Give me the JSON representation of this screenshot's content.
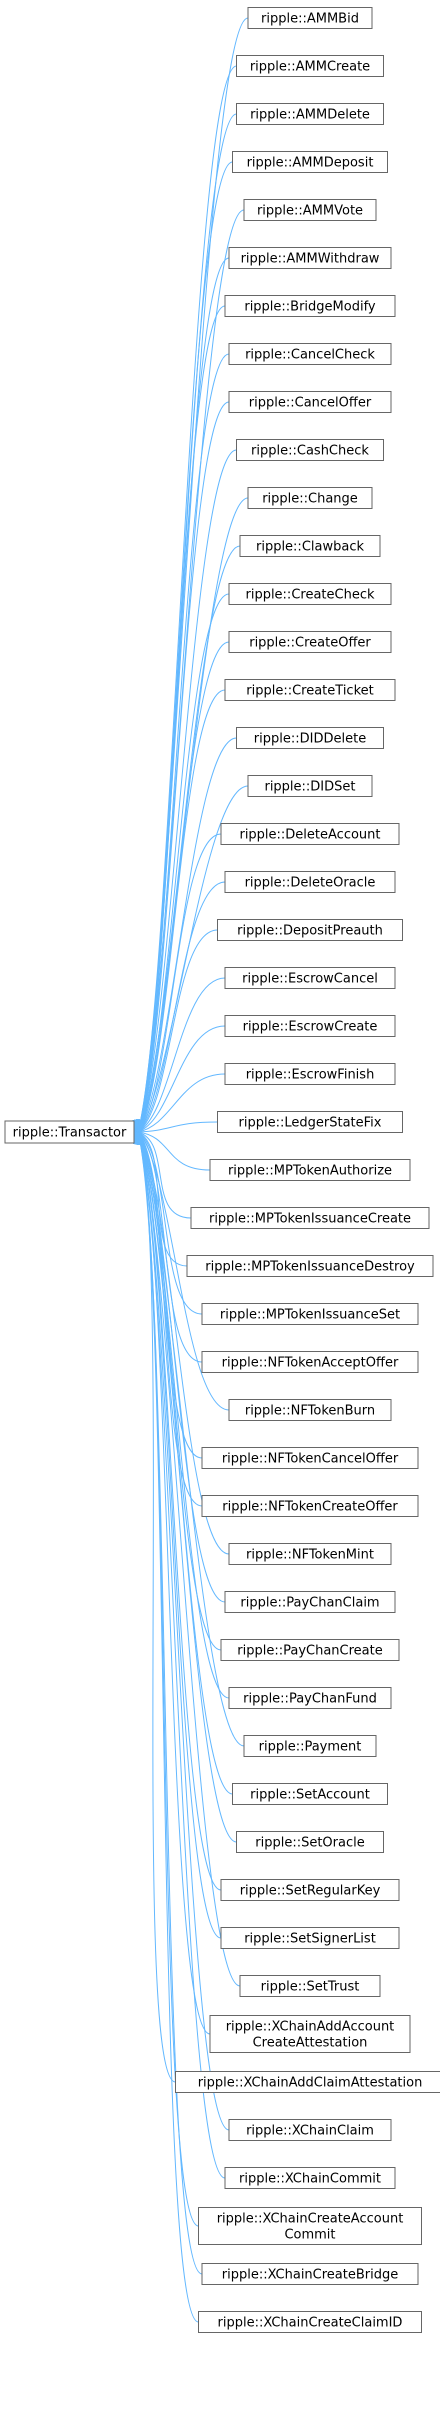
{
  "base": {
    "label": "ripple::Transactor"
  },
  "derived": [
    {
      "lines": [
        "ripple::AMMBid"
      ]
    },
    {
      "lines": [
        "ripple::AMMCreate"
      ]
    },
    {
      "lines": [
        "ripple::AMMDelete"
      ]
    },
    {
      "lines": [
        "ripple::AMMDeposit"
      ]
    },
    {
      "lines": [
        "ripple::AMMVote"
      ]
    },
    {
      "lines": [
        "ripple::AMMWithdraw"
      ]
    },
    {
      "lines": [
        "ripple::BridgeModify"
      ]
    },
    {
      "lines": [
        "ripple::CancelCheck"
      ]
    },
    {
      "lines": [
        "ripple::CancelOffer"
      ]
    },
    {
      "lines": [
        "ripple::CashCheck"
      ]
    },
    {
      "lines": [
        "ripple::Change"
      ]
    },
    {
      "lines": [
        "ripple::Clawback"
      ]
    },
    {
      "lines": [
        "ripple::CreateCheck"
      ]
    },
    {
      "lines": [
        "ripple::CreateOffer"
      ]
    },
    {
      "lines": [
        "ripple::CreateTicket"
      ]
    },
    {
      "lines": [
        "ripple::DIDDelete"
      ]
    },
    {
      "lines": [
        "ripple::DIDSet"
      ]
    },
    {
      "lines": [
        "ripple::DeleteAccount"
      ]
    },
    {
      "lines": [
        "ripple::DeleteOracle"
      ]
    },
    {
      "lines": [
        "ripple::DepositPreauth"
      ]
    },
    {
      "lines": [
        "ripple::EscrowCancel"
      ]
    },
    {
      "lines": [
        "ripple::EscrowCreate"
      ]
    },
    {
      "lines": [
        "ripple::EscrowFinish"
      ]
    },
    {
      "lines": [
        "ripple::LedgerStateFix"
      ]
    },
    {
      "lines": [
        "ripple::MPTokenAuthorize"
      ]
    },
    {
      "lines": [
        "ripple::MPTokenIssuanceCreate"
      ]
    },
    {
      "lines": [
        "ripple::MPTokenIssuanceDestroy"
      ]
    },
    {
      "lines": [
        "ripple::MPTokenIssuanceSet"
      ]
    },
    {
      "lines": [
        "ripple::NFTokenAcceptOffer"
      ]
    },
    {
      "lines": [
        "ripple::NFTokenBurn"
      ]
    },
    {
      "lines": [
        "ripple::NFTokenCancelOffer"
      ]
    },
    {
      "lines": [
        "ripple::NFTokenCreateOffer"
      ]
    },
    {
      "lines": [
        "ripple::NFTokenMint"
      ]
    },
    {
      "lines": [
        "ripple::PayChanClaim"
      ]
    },
    {
      "lines": [
        "ripple::PayChanCreate"
      ]
    },
    {
      "lines": [
        "ripple::PayChanFund"
      ]
    },
    {
      "lines": [
        "ripple::Payment"
      ]
    },
    {
      "lines": [
        "ripple::SetAccount"
      ]
    },
    {
      "lines": [
        "ripple::SetOracle"
      ]
    },
    {
      "lines": [
        "ripple::SetRegularKey"
      ]
    },
    {
      "lines": [
        "ripple::SetSignerList"
      ]
    },
    {
      "lines": [
        "ripple::SetTrust"
      ]
    },
    {
      "lines": [
        "ripple::XChainAddAccount",
        "CreateAttestation"
      ]
    },
    {
      "lines": [
        "ripple::XChainAddClaimAttestation"
      ]
    },
    {
      "lines": [
        "ripple::XChainClaim"
      ]
    },
    {
      "lines": [
        "ripple::XChainCommit"
      ]
    },
    {
      "lines": [
        "ripple::XChainCreateAccount",
        "Commit"
      ]
    },
    {
      "lines": [
        "ripple::XChainCreateBridge"
      ]
    },
    {
      "lines": [
        "ripple::XChainCreateClaimID"
      ]
    }
  ],
  "colors": {
    "edge": "#63b8ff",
    "node_border": "#666666",
    "node_fill": "#ffffff",
    "text": "#000000"
  }
}
